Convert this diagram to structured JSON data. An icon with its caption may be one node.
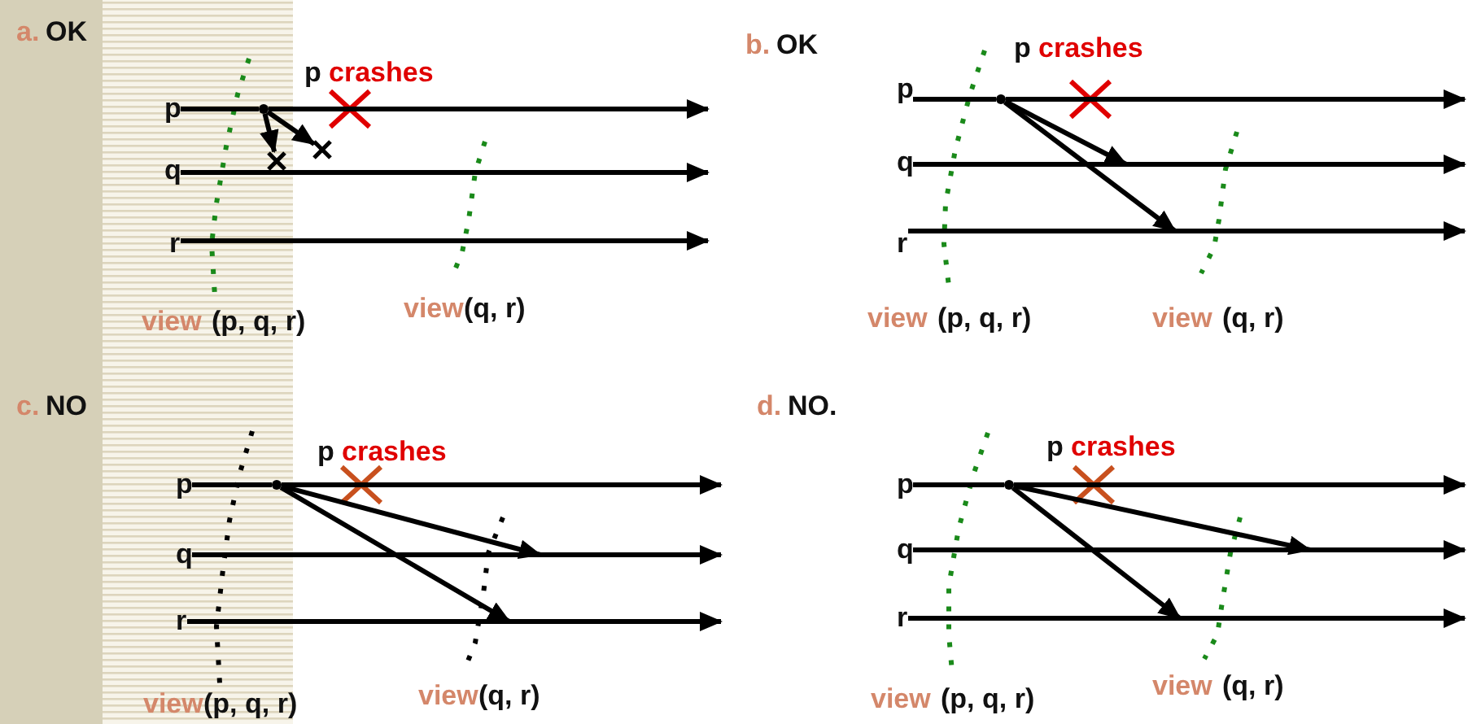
{
  "diagram": {
    "nodes": [
      {
        "text": [
          "p"
        ]
      },
      {
        "text": [
          "q"
        ]
      },
      {
        "text": [
          "r"
        ]
      },
      {
        "text": [],
        "shape": "dot"
      },
      {
        "text": [
          "p"
        ]
      },
      {
        "text": [
          "q"
        ]
      },
      {
        "text": [
          "r"
        ]
      },
      {
        "text": [],
        "shape": "dot"
      },
      {
        "text": [
          "p"
        ]
      },
      {
        "text": [
          "q"
        ]
      },
      {
        "text": [
          "r"
        ]
      },
      {
        "text": [],
        "shape": "dot"
      },
      {
        "text": [
          "p"
        ]
      },
      {
        "text": [
          "q"
        ]
      },
      {
        "text": [
          "r"
        ]
      },
      {
        "text": [],
        "shape": "dot"
      },
      {
        "text": [],
        "shape": "cross"
      },
      {
        "text": [],
        "shape": "cross"
      }
    ],
    "edges": [
      {
        "from": 0,
        "to": 3,
        "arrow": "none"
      },
      {
        "from": 3,
        "to": null,
        "arrow": "to"
      },
      {
        "from": 1,
        "to": null,
        "arrow": "to"
      },
      {
        "from": 2,
        "to": null,
        "arrow": "to"
      },
      {
        "from": 3,
        "to": 16,
        "arrow": "to"
      },
      {
        "from": 3,
        "to": 17,
        "arrow": "to"
      },
      {
        "from": 4,
        "to": 7,
        "arrow": "none"
      },
      {
        "from": 7,
        "to": null,
        "arrow": "to"
      },
      {
        "from": 5,
        "to": null,
        "arrow": "to"
      },
      {
        "from": 6,
        "to": null,
        "arrow": "to"
      },
      {
        "from": 7,
        "to": null,
        "arrow": "to"
      },
      {
        "from": 7,
        "to": null,
        "arrow": "to"
      },
      {
        "from": 8,
        "to": 11,
        "arrow": "none"
      },
      {
        "from": 11,
        "to": null,
        "arrow": "to"
      },
      {
        "from": 9,
        "to": null,
        "arrow": "to"
      },
      {
        "from": 10,
        "to": null,
        "arrow": "to"
      },
      {
        "from": 11,
        "to": null,
        "arrow": "to"
      },
      {
        "from": 11,
        "to": null,
        "arrow": "to"
      },
      {
        "from": 12,
        "to": 15,
        "arrow": "none"
      },
      {
        "from": 15,
        "to": null,
        "arrow": "to"
      },
      {
        "from": 13,
        "to": null,
        "arrow": "to"
      },
      {
        "from": 14,
        "to": null,
        "arrow": "to"
      },
      {
        "from": 15,
        "to": null,
        "arrow": "to"
      },
      {
        "from": 15,
        "to": null,
        "arrow": "to"
      }
    ],
    "labels": [
      "a.",
      "OK",
      "p",
      "crashes",
      "view",
      "(p, q, r)",
      "view",
      "(q, r)",
      "b.",
      "OK",
      "p",
      "crashes",
      "view",
      "(p, q, r)",
      "view",
      "(q, r)",
      "c.",
      "NO",
      "p",
      "crashes",
      "view",
      "(p, q, r)",
      "view",
      "(q, r)",
      "d.",
      "NO.",
      "p",
      "crashes",
      "view",
      "(p, q, r)",
      "view",
      "(q, r)"
    ]
  }
}
